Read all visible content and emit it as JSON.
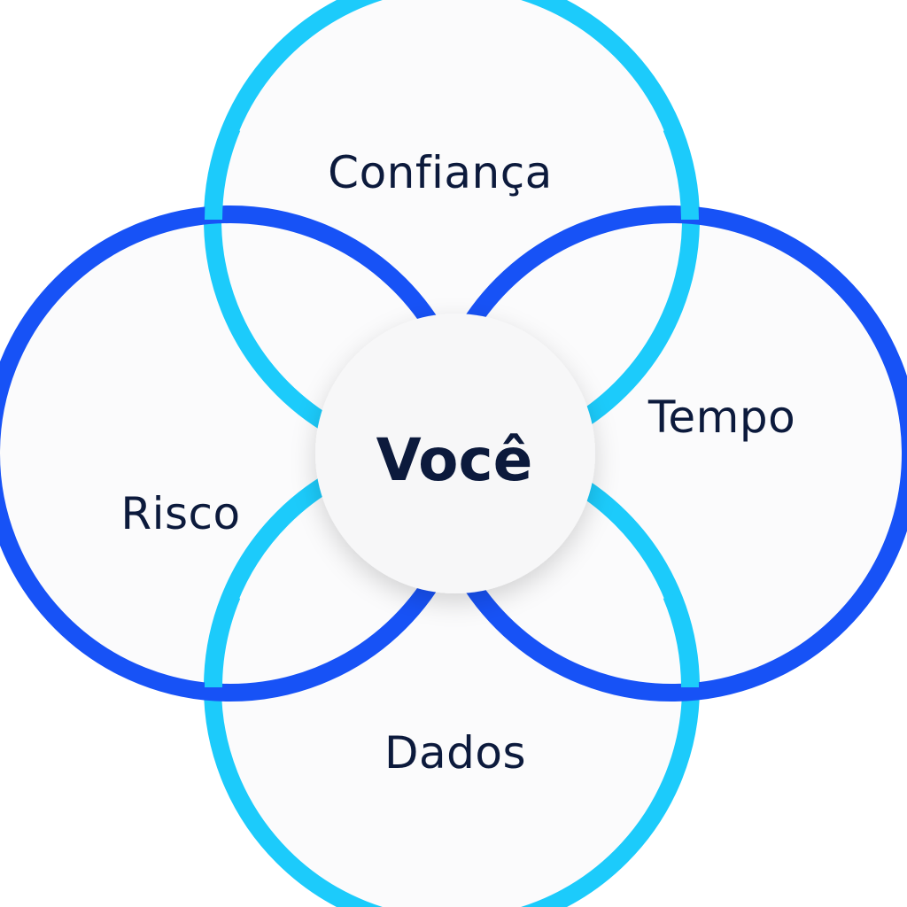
{
  "colors": {
    "background": "#ffffff",
    "circle_fill": "#fbfbfc",
    "light_blue": "#1ccbfb",
    "dark_blue": "#1752f6",
    "text": "#0c1a3c",
    "center_fill": "#f7f7f8"
  },
  "center": {
    "label": "Você"
  },
  "circles": {
    "top": {
      "label": "Confiança"
    },
    "right": {
      "label": "Tempo"
    },
    "bottom": {
      "label": "Dados"
    },
    "left": {
      "label": "Risco"
    }
  }
}
